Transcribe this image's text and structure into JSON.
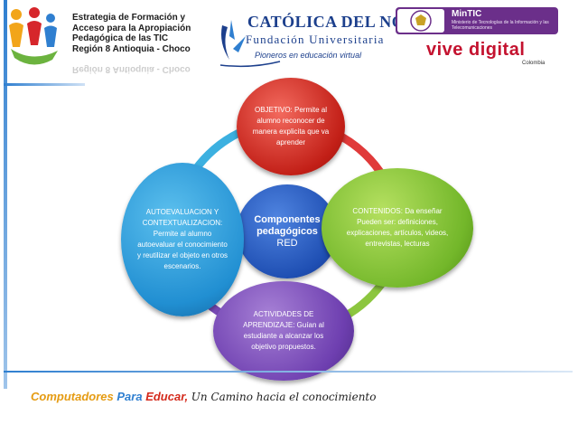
{
  "header": {
    "org_lines": [
      "Estrategia de Formación y",
      "Acceso para la Apropiación",
      "Pedagógica de las TIC",
      "Región 8 Antioquia - Choco"
    ],
    "catolica": {
      "title": "CATÓLICA DEL NORTE",
      "subtitle": "Fundación Universitaria",
      "tagline": "Pioneros en educación virtual"
    },
    "mintic": {
      "title": "MinTIC",
      "subtitle": "Ministerio de Tecnologías de la Información y las Telecomunicaciones"
    },
    "vive_digital": {
      "title": "vive digital",
      "country": "Colombia"
    }
  },
  "diagram": {
    "center": {
      "title": "Componentes pedagógicos",
      "subtitle": "RED"
    },
    "objetivo": "OBJETIVO: Permite al alumno reconocer de manera explicita que va aprender",
    "contenidos": "CONTENIDOS: Da enseñar Pueden ser: definiciones, explicaciones, artículos, videos, entrevistas, lecturas",
    "actividades": "ACTIVIDADES DE APRENDIZAJE: Guían al estudiante a alcanzar los objetivo propuestos.",
    "autoevaluacion": "AUTOEVALUACION Y CONTEXTUALIZACION: Permite al alumno autoevaluar el conocimiento y reutilizar el objeto en otros escenarios.",
    "colors": {
      "objetivo": "#c21f17",
      "contenidos": "#73b72a",
      "actividades": "#6e3fb0",
      "autoevaluacion": "#218fd2",
      "center": "#1f4fb3",
      "ring_top_right": "#e03a3a",
      "ring_bottom_right": "#8cc63f",
      "ring_bottom_left": "#7a4bb8",
      "ring_top_left": "#3cb0e0"
    }
  },
  "footer": {
    "part1": "Computadores",
    "part2": "Para",
    "part3": "Educar,",
    "part4": "Un Camino hacia el conocimiento"
  }
}
